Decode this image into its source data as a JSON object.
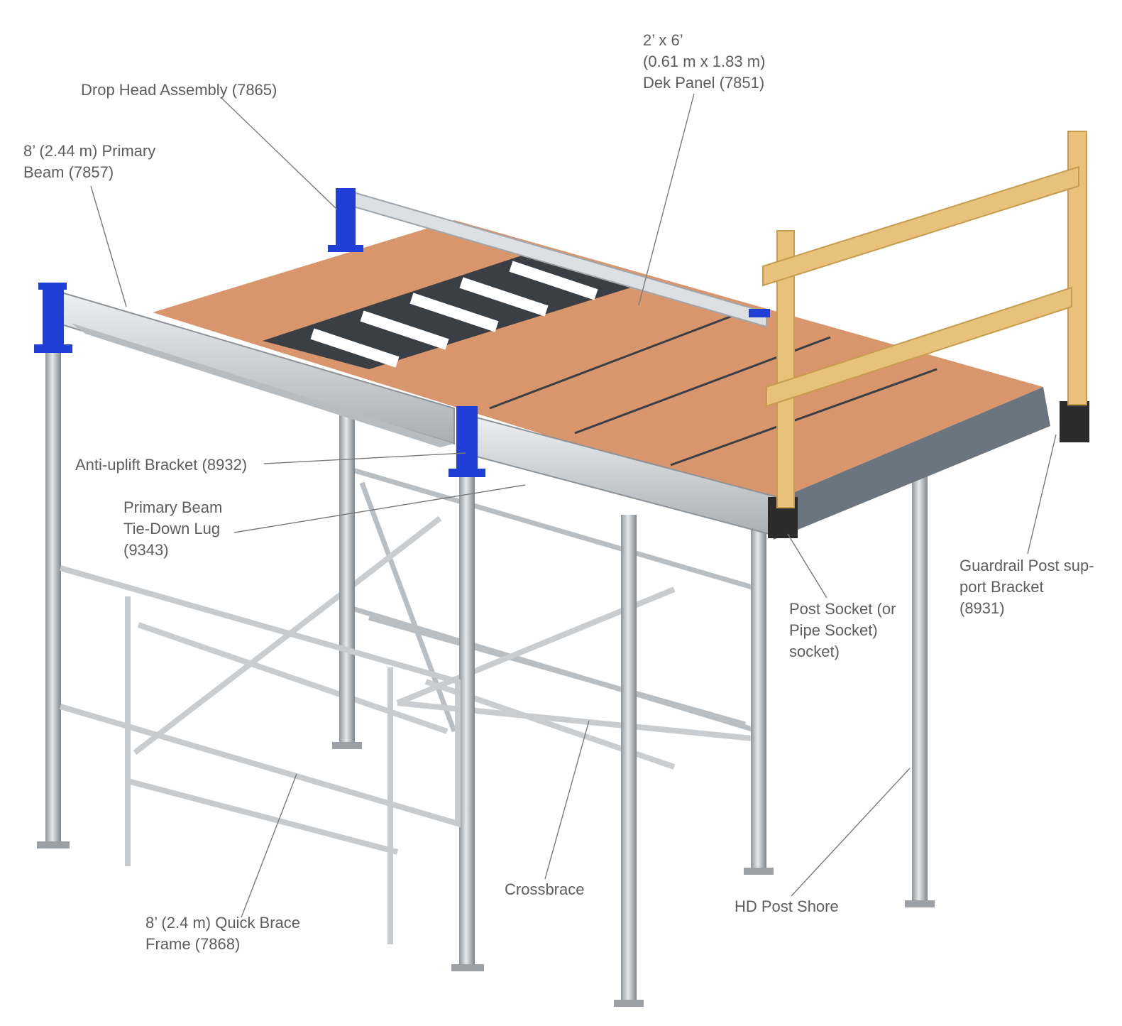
{
  "colors": {
    "deck_plywood": "#d9956b",
    "deck_grain": "#c98257",
    "aluminum": "#cfd3d6",
    "aluminum_dark": "#9aa0a5",
    "steel_frame": "#3a3f45",
    "drop_head": "#1f3fd6",
    "guardrail_wood": "#e8c27a",
    "post_socket": "#2b2b2b",
    "leader_line": "#7a7a7a",
    "label_text": "#5d5d5d"
  },
  "labels": {
    "drop_head": [
      "Drop Head Assembly (7865)"
    ],
    "primary_beam": [
      "8’ (2.44 m) Primary",
      "Beam (7857)"
    ],
    "dek_panel": [
      "2’ x 6’",
      "(0.61 m x 1.83 m)",
      "Dek Panel (7851)"
    ],
    "anti_uplift": [
      "Anti-uplift Bracket (8932)"
    ],
    "tie_down_lug": [
      "Primary Beam",
      "Tie-Down Lug",
      "(9343)"
    ],
    "guardrail_bracket": [
      "Guardrail Post sup-",
      "port Bracket",
      "(8931)"
    ],
    "post_socket": [
      "Post Socket (or",
      "Pipe Socket)",
      "socket)"
    ],
    "crossbrace": [
      "Crossbrace"
    ],
    "hd_post_shore": [
      "HD Post Shore"
    ],
    "quick_brace": [
      "8’ (2.4 m) Quick Brace",
      "Frame (7868)"
    ]
  }
}
